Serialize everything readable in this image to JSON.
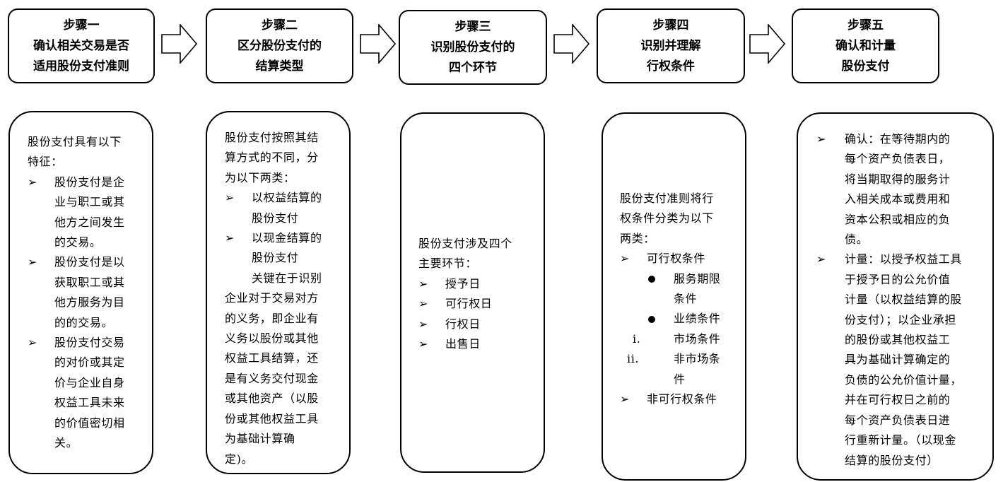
{
  "steps": [
    {
      "lines": [
        "步骤一",
        "确认相关交易是否",
        "适用股份支付准则"
      ]
    },
    {
      "lines": [
        "步骤二",
        "区分股份支付的",
        "结算类型"
      ]
    },
    {
      "lines": [
        "步骤三",
        "识别股份支付的",
        "四个环节"
      ]
    },
    {
      "lines": [
        "步骤四",
        "识别并理解",
        "行权条件"
      ]
    },
    {
      "lines": [
        "步骤五",
        "确认和计量",
        "股份支付"
      ]
    }
  ],
  "symbols": {
    "arrow_bullet": "➢",
    "roman_i": "i.",
    "roman_ii": "ii."
  },
  "cards": {
    "card1": {
      "intro": [
        "股份支付具有以下",
        "特征："
      ],
      "items": [
        [
          "股份支付是企",
          "业与职工或其",
          "他方之间发生",
          "的交易。"
        ],
        [
          "股份支付是以",
          "获取职工或其",
          "他方服务为目",
          "的的交易。"
        ],
        [
          "股份支付交易",
          "的对价或其定",
          "价与企业自身",
          "权益工具未来",
          "的价值密切相",
          "关。"
        ]
      ]
    },
    "card2": {
      "intro": [
        "股份支付按照其结",
        "算方式的不同，分",
        "为以下两类："
      ],
      "items": [
        [
          "以权益结算的",
          "股份支付"
        ],
        [
          "以现金结算的",
          "股份支付"
        ]
      ],
      "para": [
        "关键在于识别",
        "企业对于交易对方",
        "的义务，即企业有",
        "义务以股份或其他",
        "权益工具结算，还",
        "是有义务交付现金",
        "或其他资产（以股",
        "份或其他权益工具",
        "为基础计算确",
        "定)。"
      ]
    },
    "card3": {
      "intro": [
        "股份支付涉及四个",
        "主要环节："
      ],
      "items": [
        "授予日",
        "可行权日",
        "行权日",
        "出售日"
      ]
    },
    "card4": {
      "intro": [
        "股份支付准则将行",
        "权条件分类为以下",
        "两类："
      ],
      "item1": "可行权条件",
      "dots": [
        [
          "服务期限",
          "条件"
        ],
        [
          "业绩条件"
        ]
      ],
      "romans": [
        [
          "市场条件"
        ],
        [
          "非市场条",
          "件"
        ]
      ],
      "item2": "非可行权条件"
    },
    "card5": {
      "items": [
        [
          "确认：在等待期内的",
          "每个资产负债表日，",
          "将当期取得的服务计",
          "入相关成本或费用和",
          "资本公积或相应的负",
          "债。"
        ],
        [
          "计量：以授予权益工具",
          "于授予日的公允价值",
          "计量（以权益结算的股",
          "份支付）；以企业承担",
          "的股份或其他权益工",
          "具为基础计算确定的",
          "负债的公允价值计量，",
          "并在可行权日之前的",
          "每个资产负债表日进",
          "行重新计量。（以现金",
          "结算的股份支付）"
        ]
      ]
    }
  }
}
